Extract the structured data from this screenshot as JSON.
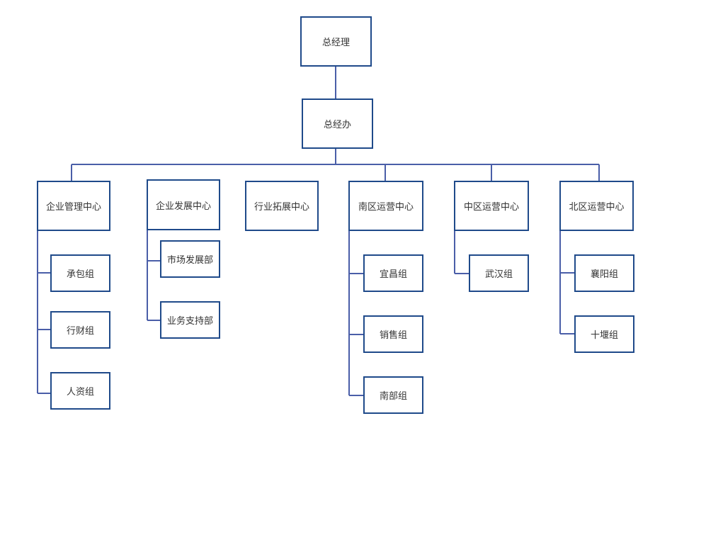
{
  "org": {
    "gm": "总经理",
    "office": "总经办",
    "depts": [
      {
        "name": "企业管理中心",
        "children": [
          "承包组",
          "行财组",
          "人资组"
        ]
      },
      {
        "name": "企业发展中心",
        "children": [
          "市场发展部",
          "业务支持部"
        ]
      },
      {
        "name": "行业拓展中心",
        "children": []
      },
      {
        "name": "南区运营中心",
        "children": [
          "宜昌组",
          "销售组",
          "南部组"
        ]
      },
      {
        "name": "中区运营中心",
        "children": [
          "武汉组"
        ]
      },
      {
        "name": "北区运营中心",
        "children": [
          "襄阳组",
          "十堰组"
        ]
      }
    ]
  },
  "colors": {
    "box_border": "#1f4a8a",
    "connector": "#4a5ea8"
  }
}
